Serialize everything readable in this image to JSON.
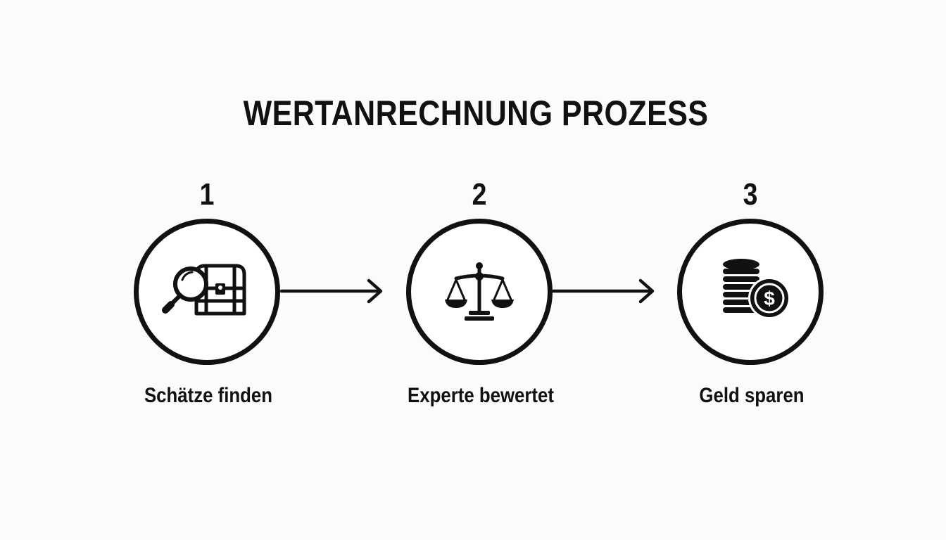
{
  "title": "WERTANRECHNUNG PROZESS",
  "steps": [
    {
      "number": "1",
      "label": "Schätze finden",
      "icon": "treasure-chest-magnifier-icon"
    },
    {
      "number": "2",
      "label": "Experte bewertet",
      "icon": "balance-scale-icon"
    },
    {
      "number": "3",
      "label": "Geld sparen",
      "icon": "coins-dollar-icon"
    }
  ],
  "colors": {
    "background": "#fbfbfb",
    "ink": "#111111",
    "circle_fill": "#ffffff"
  }
}
